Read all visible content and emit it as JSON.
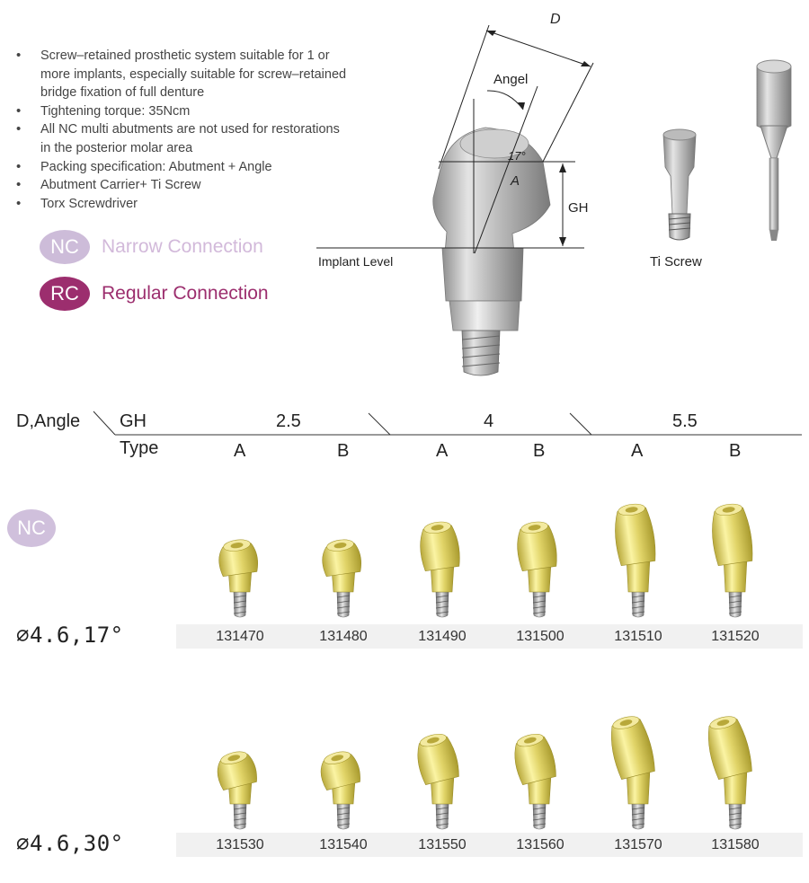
{
  "features": [
    "Screw–retained prosthetic system suitable for 1 or more implants, especially suitable for screw–retained bridge fixation of full denture",
    "Tightening torque: 35Ncm",
    "All NC multi abutments are not used for restorations in the posterior molar area",
    "Packing specification: Abutment + Angle",
    "Abutment Carrier+ Ti Screw",
    "Torx Screwdriver"
  ],
  "connections": {
    "nc": {
      "abbr": "NC",
      "name": "Narrow Connection",
      "color": "#cdbcd9"
    },
    "rc": {
      "abbr": "RC",
      "name": "Regular Connection",
      "color": "#9c2e6e"
    }
  },
  "diagram": {
    "d_label": "D",
    "angle_label": "Angel",
    "angle_value": "17°",
    "a_label": "A",
    "gh_label": "GH",
    "implant_level": "Implant Level",
    "screw_label": "Ti Screw"
  },
  "table": {
    "corner_left": "D,Angle",
    "gh_label": "GH",
    "type_label": "Type",
    "gh_values": [
      "2.5",
      "4",
      "5.5"
    ],
    "types": [
      "A",
      "B",
      "A",
      "B",
      "A",
      "B"
    ],
    "row_badge": "NC",
    "rows": [
      {
        "size": "∅4.6,17°",
        "codes": [
          "131470",
          "131480",
          "131490",
          "131500",
          "131510",
          "131520"
        ]
      },
      {
        "size": "∅4.6,30°",
        "codes": [
          "131530",
          "131540",
          "131550",
          "131560",
          "131570",
          "131580"
        ]
      }
    ]
  }
}
